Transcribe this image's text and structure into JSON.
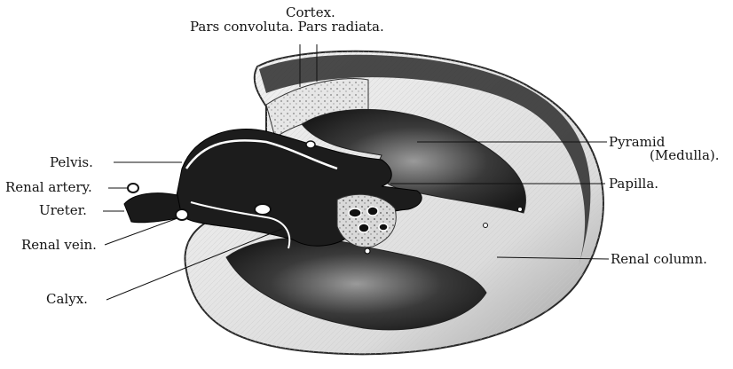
{
  "figure": {
    "labels": {
      "cortex": "Cortex.",
      "pars": "Pars convoluta. Pars radiata.",
      "pyramid": "Pyramid",
      "medulla": "(Medulla).",
      "papilla": "Papilla.",
      "renal_column": "Renal column.",
      "pelvis": "Pelvis.",
      "renal_artery": "Renal artery.",
      "ureter": "Ureter.",
      "renal_vein": "Renal vein.",
      "calyx": "Calyx."
    }
  }
}
